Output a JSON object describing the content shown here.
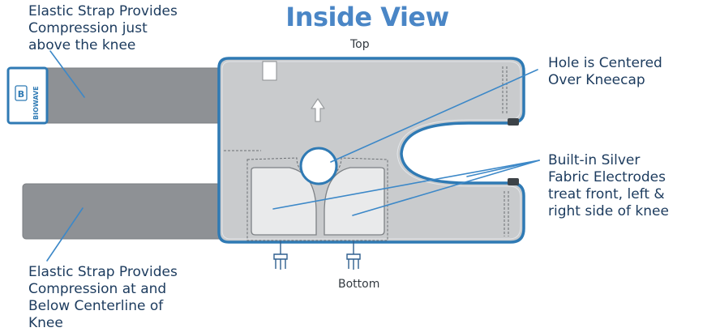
{
  "title": "Inside View",
  "orientation": {
    "top_label": "Top",
    "bottom_label": "Bottom"
  },
  "callouts": {
    "upper_strap": "Elastic Strap Provides\nCompression just\nabove the knee",
    "lower_strap": "Elastic Strap Provides\nCompression at and\nBelow Centerline of\nKnee",
    "hole": "Hole is Centered\nOver Kneecap",
    "electrodes": "Built-in Silver\nFabric Electrodes\ntreat front, left &\nright side of knee"
  },
  "logo": {
    "letter": "B",
    "brand": "BIOWAVE"
  },
  "colors": {
    "accent_blue": "#4a86c6",
    "outline_blue": "#2f7ab4",
    "leader_blue": "#3c88c8",
    "strap_gray": "#8e9195",
    "body_gray": "#c9cbcd",
    "electrode_fill": "#e9eaeb",
    "text_navy": "#1c3b5e"
  },
  "icons": {
    "direction_marker": "up-arrow-icon",
    "connectors": "snap-connector-icon"
  }
}
